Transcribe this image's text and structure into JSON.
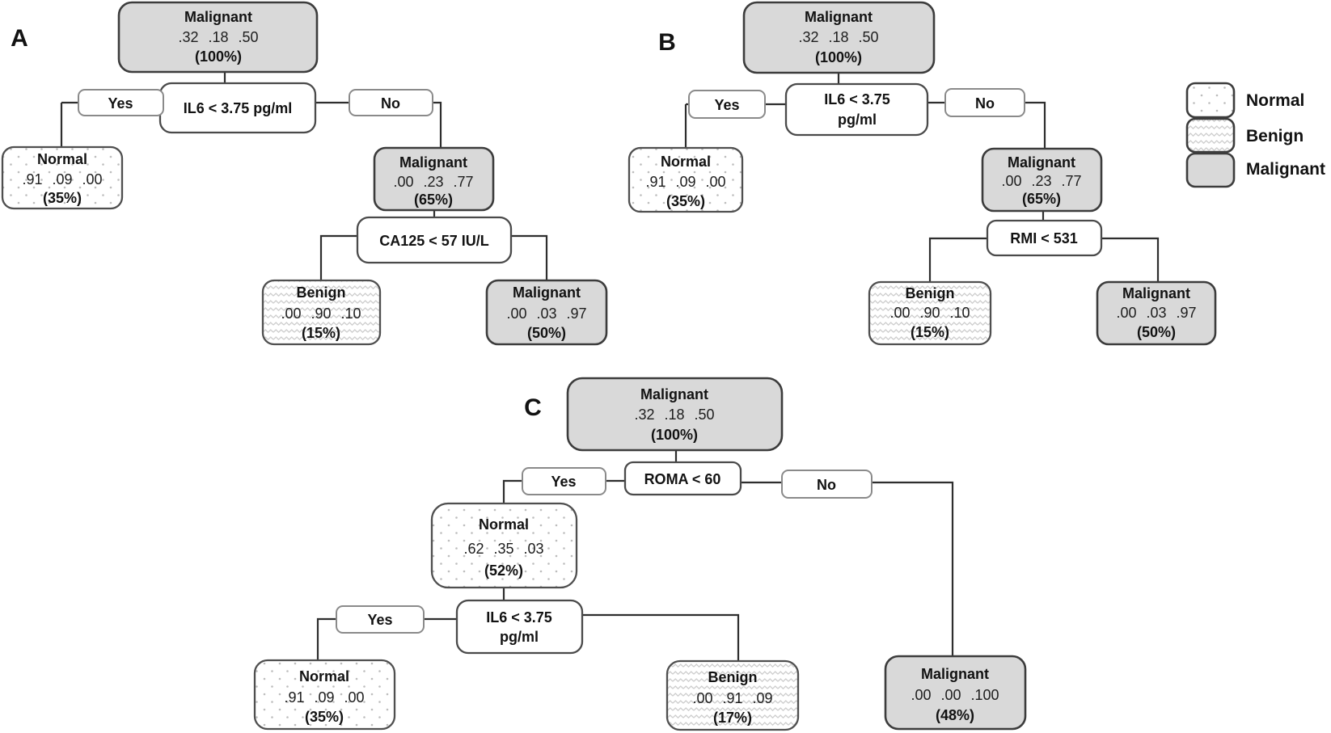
{
  "figure": {
    "type": "decision-tree-figure",
    "description_labels": [
      "A",
      "B",
      "C"
    ]
  },
  "colors": {
    "malignant_fill": "#d9d9d9",
    "box_border": "#3c3c3c",
    "line": "#2e2e2e",
    "background": "#ffffff"
  },
  "legend": {
    "items": [
      {
        "label": "Normal",
        "pattern": "dotted"
      },
      {
        "label": "Benign",
        "pattern": "zigzag"
      },
      {
        "label": "Malignant",
        "pattern": "solid-gray"
      }
    ]
  },
  "panels": {
    "A": {
      "label": "A",
      "root": {
        "label": "Malignant",
        "probs": ".32 .18 .50",
        "pct": "(100%)"
      },
      "decision1": "IL6 < 3.75 pg/ml",
      "yes": "Yes",
      "no": "No",
      "leaf_normal": {
        "label": "Normal",
        "probs": ".91 .09 .00",
        "pct": "(35%)"
      },
      "node_malignant": {
        "label": "Malignant",
        "probs": ".00 .23 .77",
        "pct": "(65%)"
      },
      "decision2": "CA125 < 57 IU/L",
      "leaf_benign": {
        "label": "Benign",
        "probs": ".00 .90 .10",
        "pct": "(15%)"
      },
      "leaf_malignant": {
        "label": "Malignant",
        "probs": ".00 .03 .97",
        "pct": "(50%)"
      }
    },
    "B": {
      "label": "B",
      "root": {
        "label": "Malignant",
        "probs": ".32 .18 .50",
        "pct": "(100%)"
      },
      "decision1_line1": "IL6 < 3.75",
      "decision1_line2": "pg/ml",
      "yes": "Yes",
      "no": "No",
      "leaf_normal": {
        "label": "Normal",
        "probs": ".91 .09 .00",
        "pct": "(35%)"
      },
      "node_malignant": {
        "label": "Malignant",
        "probs": ".00 .23 .77",
        "pct": "(65%)"
      },
      "decision2": "RMI < 531",
      "leaf_benign": {
        "label": "Benign",
        "probs": ".00 .90 .10",
        "pct": "(15%)"
      },
      "leaf_malignant": {
        "label": "Malignant",
        "probs": ".00 .03 .97",
        "pct": "(50%)"
      }
    },
    "C": {
      "label": "C",
      "root": {
        "label": "Malignant",
        "probs": ".32 .18 .50",
        "pct": "(100%)"
      },
      "decision1": "ROMA < 60",
      "yes": "Yes",
      "no": "No",
      "node_normal": {
        "label": "Normal",
        "probs": ".62 .35 .03",
        "pct": "(52%)"
      },
      "decision2_line1": "IL6 < 3.75",
      "decision2_line2": "pg/ml",
      "yes2": "Yes",
      "leaf_normal": {
        "label": "Normal",
        "probs": ".91 .09 .00",
        "pct": "(35%)"
      },
      "leaf_benign": {
        "label": "Benign",
        "probs": ".00 .91 .09",
        "pct": "(17%)"
      },
      "leaf_malignant": {
        "label": "Malignant",
        "probs": ".00 .00 .100",
        "pct": "(48%)"
      }
    }
  }
}
